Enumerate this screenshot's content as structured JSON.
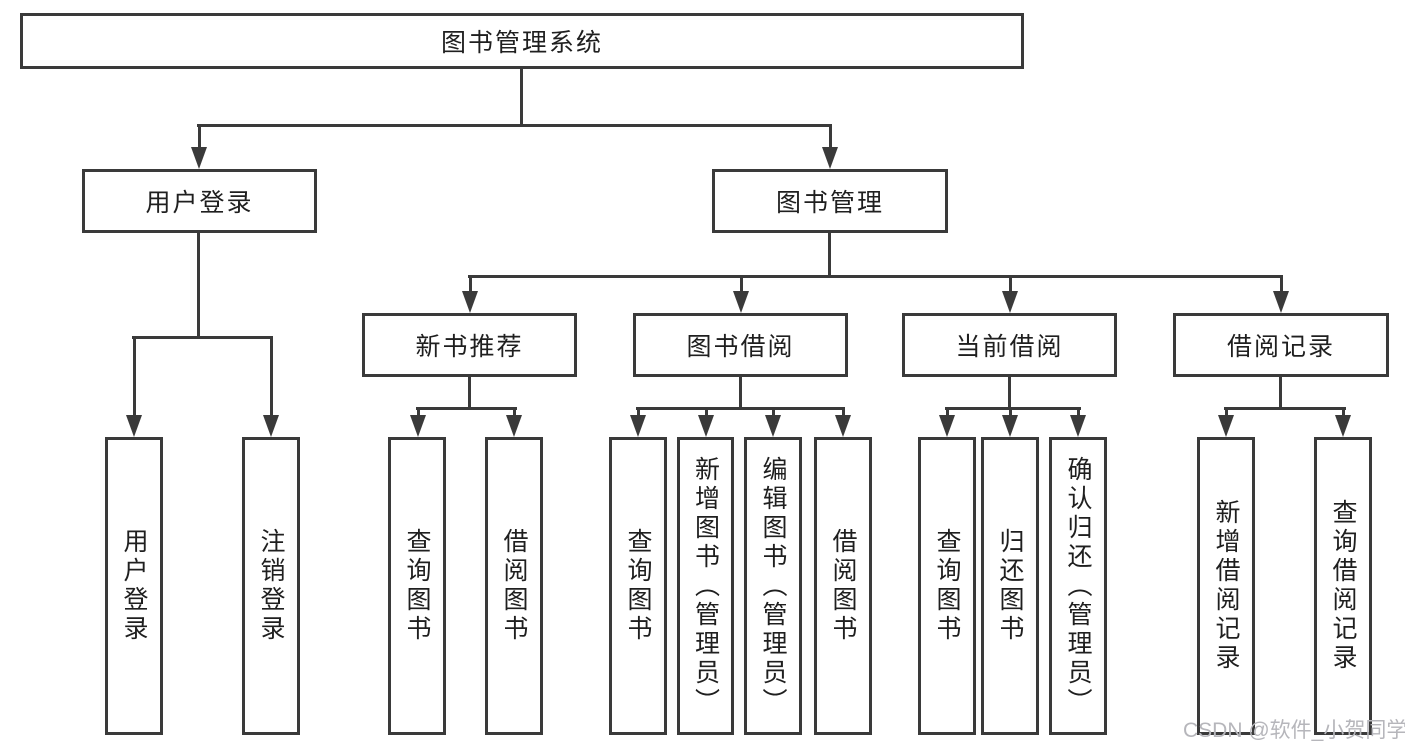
{
  "watermark": {
    "text": "CSDN @软件_小贺同学"
  },
  "colors": {
    "line": "#3a3a3a",
    "text": "#1f1f1f",
    "watermark": "#b6b6bb",
    "background": "#ffffff"
  },
  "tree": {
    "root": "图书管理系统",
    "branches": [
      {
        "label": "用户登录",
        "leaves": [
          "用户登录",
          "注销登录"
        ]
      },
      {
        "label": "图书管理",
        "sections": [
          {
            "label": "新书推荐",
            "leaves": [
              "查询图书",
              "借阅图书"
            ]
          },
          {
            "label": "图书借阅",
            "leaves": [
              "查询图书",
              "新增图书（管理员）",
              "编辑图书（管理员）",
              "借阅图书"
            ]
          },
          {
            "label": "当前借阅",
            "leaves": [
              "查询图书",
              "归还图书",
              "确认归还（管理员）"
            ]
          },
          {
            "label": "借阅记录",
            "leaves": [
              "新增借阅记录",
              "查询借阅记录"
            ]
          }
        ]
      }
    ]
  }
}
